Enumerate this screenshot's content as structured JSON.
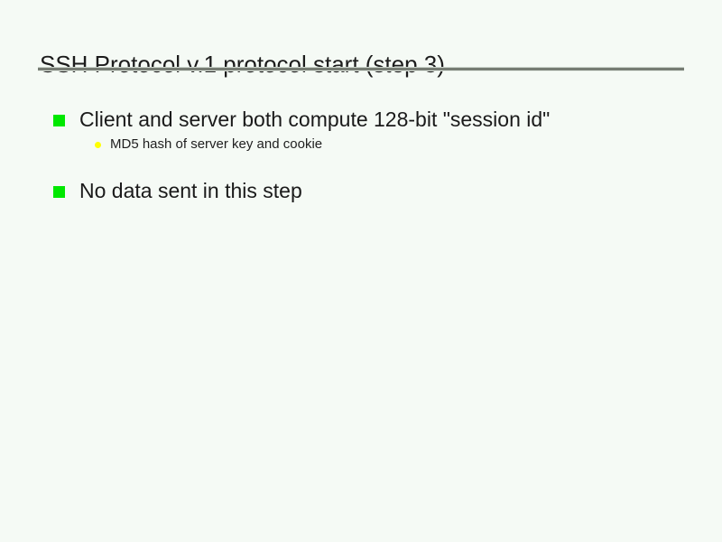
{
  "slide": {
    "title": "SSH Protocol v.1 protocol start (step 3)",
    "background_color": "#f5faf5",
    "title_color": "#1c1c1c",
    "rule_color": "#767c73",
    "bullets": [
      {
        "marker": "square-bullet-icon",
        "marker_color": "#00e800",
        "text": "Client and server both compute 128-bit \"session id\"",
        "subbullets": [
          {
            "marker": "dot-bullet-icon",
            "marker_color": "#ffff00",
            "text": "MD5 hash of server key and cookie"
          }
        ]
      },
      {
        "marker": "square-bullet-icon",
        "marker_color": "#00e800",
        "text": "No data sent in this step",
        "subbullets": []
      }
    ]
  }
}
